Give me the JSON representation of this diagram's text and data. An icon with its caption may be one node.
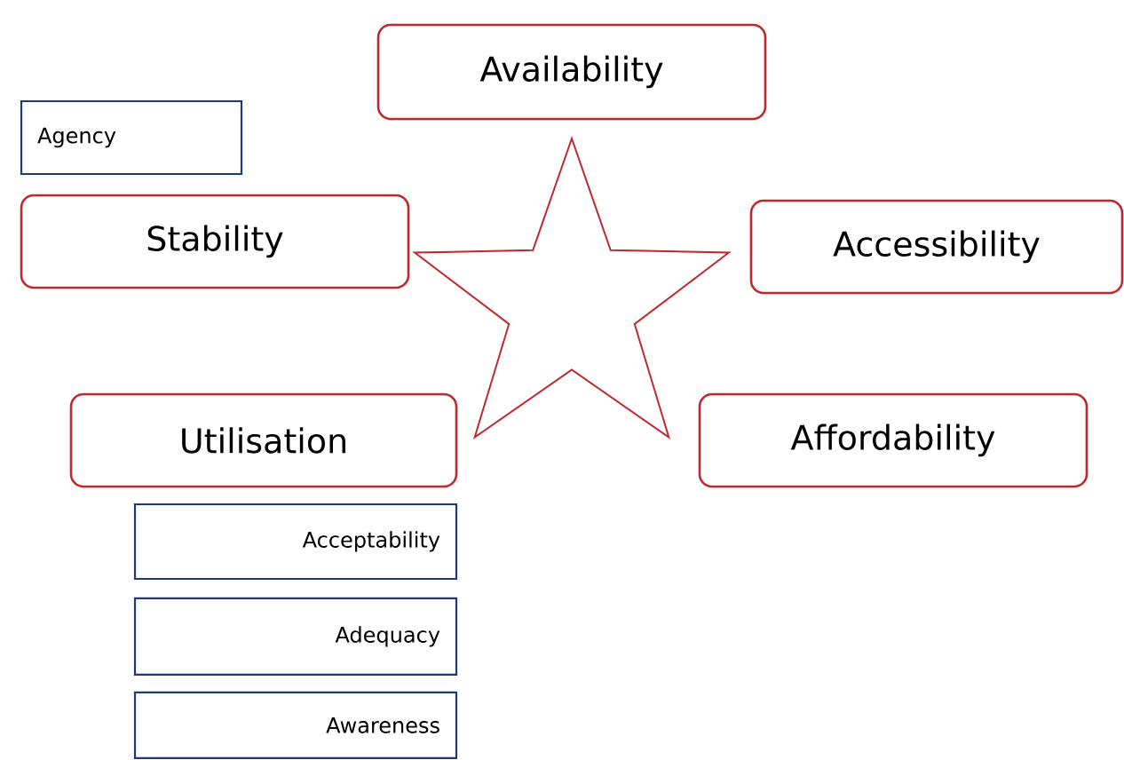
{
  "diagram": {
    "nodes": [
      {
        "text": [
          "Availability"
        ]
      },
      {
        "text": [
          "Agency"
        ]
      },
      {
        "text": [
          "Stability"
        ]
      },
      {
        "text": [
          "Accessibility"
        ]
      },
      {
        "text": [
          "Utilisation"
        ]
      },
      {
        "text": [
          "Affordability"
        ]
      },
      {
        "text": [
          "Acceptability"
        ]
      },
      {
        "text": [
          "Adequacy"
        ]
      },
      {
        "text": [
          "Awareness"
        ]
      },
      {
        "text": [],
        "shape": "star"
      }
    ]
  }
}
